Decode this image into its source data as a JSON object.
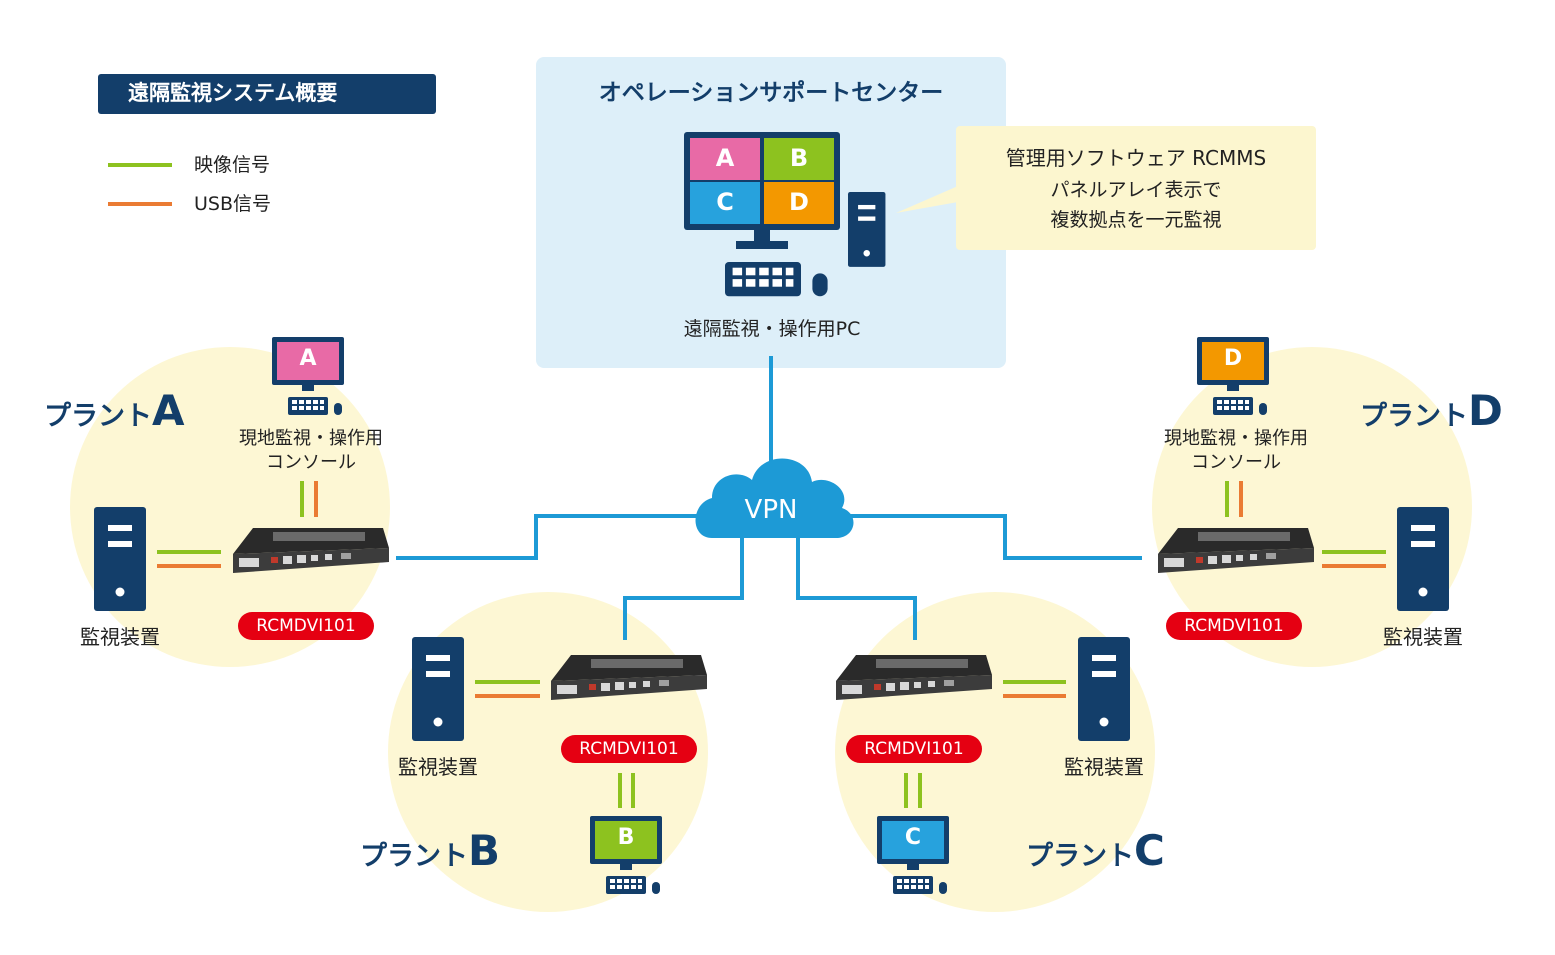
{
  "title_badge": "遠隔監視システム概要",
  "legend": {
    "video": {
      "label": "映像信号",
      "color": "#8dc21f"
    },
    "usb": {
      "label": "USB信号",
      "color": "#ea7b33"
    }
  },
  "colors": {
    "navy": "#133e6a",
    "network": "#1d9ad6",
    "center_bg": "#ddeff9",
    "plant_bg": "#fdf7d4",
    "callout_bg": "#fcf6cf",
    "model_badge": "#e50012",
    "screen_a": "#e86aa6",
    "screen_b": "#8dc21f",
    "screen_c": "#27a2dd",
    "screen_d": "#f39800"
  },
  "center": {
    "title": "オペレーションサポートセンター",
    "pc_label": "遠隔監視・操作用PC",
    "screens": [
      "A",
      "B",
      "C",
      "D"
    ],
    "callout": {
      "line1": "管理用ソフトウェア RCMMS",
      "line2": "パネルアレイ表示で",
      "line3": "複数拠点を一元監視"
    }
  },
  "network": {
    "label": "VPN"
  },
  "plants": {
    "a": {
      "name_prefix": "プラント",
      "letter": "A",
      "screen": "A",
      "console_line1": "現地監視・操作用",
      "console_line2": "コンソール",
      "model": "RCMDVI101",
      "device": "監視装置"
    },
    "b": {
      "name_prefix": "プラント",
      "letter": "B",
      "screen": "B",
      "model": "RCMDVI101",
      "device": "監視装置"
    },
    "c": {
      "name_prefix": "プラント",
      "letter": "C",
      "screen": "C",
      "model": "RCMDVI101",
      "device": "監視装置"
    },
    "d": {
      "name_prefix": "プラント",
      "letter": "D",
      "screen": "D",
      "console_line1": "現地監視・操作用",
      "console_line2": "コンソール",
      "model": "RCMDVI101",
      "device": "監視装置"
    }
  }
}
